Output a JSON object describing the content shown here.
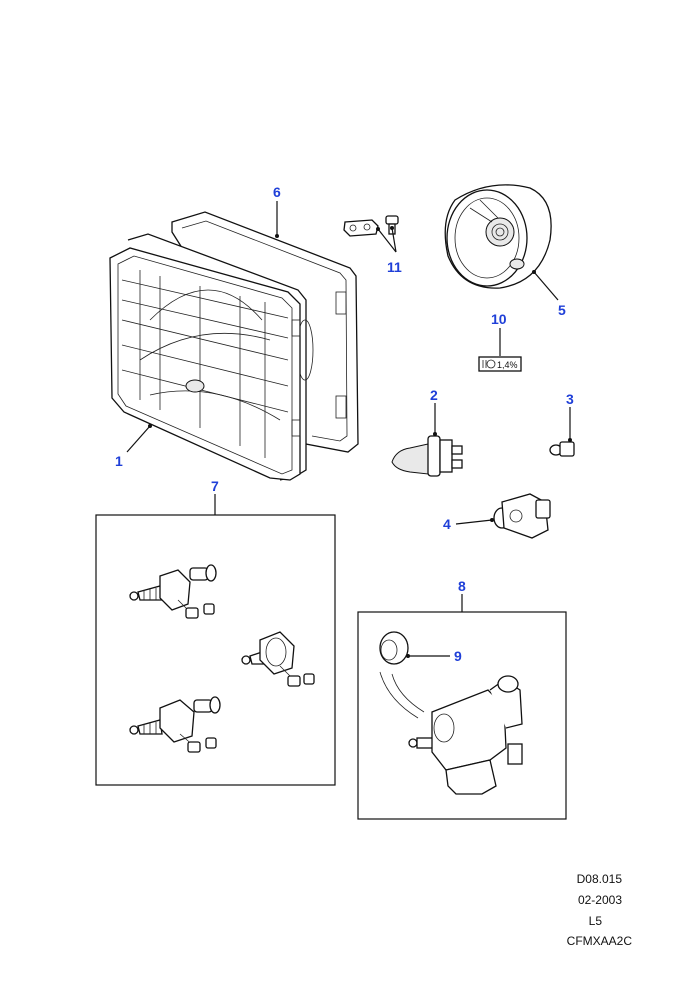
{
  "callouts": {
    "c1": "1",
    "c2": "2",
    "c3": "3",
    "c4": "4",
    "c5": "5",
    "c6": "6",
    "c7": "7",
    "c8": "8",
    "c9": "9",
    "c10": "10",
    "c11": "11"
  },
  "label_plate": {
    "text": "1,4%"
  },
  "footer": {
    "ref": "D08.015",
    "date": "02-2003",
    "level": "L5",
    "code": "CFMXAA2C"
  },
  "colors": {
    "callout": "#1f3fd8",
    "line": "#111111",
    "background": "#ffffff"
  }
}
